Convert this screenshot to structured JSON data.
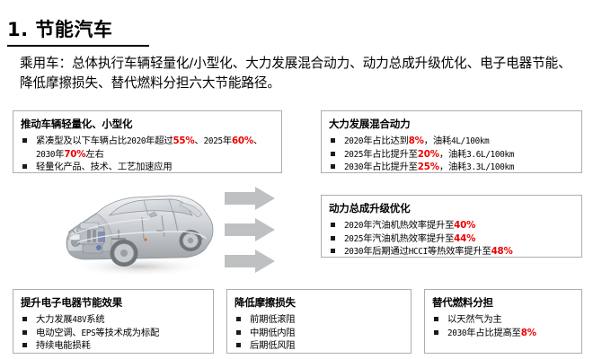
{
  "slide": {
    "number": "1.",
    "title": "节能汽车",
    "intro": "乘用车：总体执行车辆轻量化/小型化、大力发展混合动力、动力总成升级优化、电子电器节能、降低摩擦损失、替代燃料分担六大节能路径。"
  },
  "colors": {
    "highlight_red": "#ee0000",
    "box_border": "#a9adb4",
    "arrow_fill": "#bfc0c2",
    "text": "#000000"
  },
  "boxes": {
    "lightweight": {
      "title": "推动车辆轻量化、小型化",
      "items": [
        {
          "pre": "紧凑型及以下车辆占比",
          "n1": "2020",
          "mid1": "年超过",
          "hl1": "55%",
          "mid2": "、",
          "n2": "2025",
          "mid3": "年",
          "hl2": "60%",
          "mid4": "、",
          "n3": "2030",
          "mid5": "年",
          "hl3": "70%",
          "post": "左右"
        },
        {
          "text": "轻量化产品、技术、工艺加速应用"
        }
      ]
    },
    "hybrid": {
      "title": "大力发展混合动力",
      "items": [
        {
          "year": "2020",
          "mid": "年占比达到",
          "hl": "8%",
          "tail": "，油耗",
          "tail_num": "4L/100km"
        },
        {
          "year": "2025",
          "mid": "年占比提升至",
          "hl": "20%",
          "tail": "，油耗",
          "tail_num": "3.6L/100km"
        },
        {
          "year": "2030",
          "mid": "年占比提升至",
          "hl": "25%",
          "tail": "，油耗",
          "tail_num": "3.3L/100km"
        }
      ]
    },
    "powertrain": {
      "title": "动力总成升级优化",
      "items": [
        {
          "year": "2020",
          "mid": "年汽油机热效率提升至",
          "hl": "40%"
        },
        {
          "year": "2025",
          "mid": "年汽油机热效率提升至",
          "hl": "44%"
        },
        {
          "year": "2030",
          "mid": "年后期通过",
          "code": "HCCI",
          "mid2": "等热效率提升至",
          "hl": "48%"
        }
      ]
    },
    "electric": {
      "title": "提升电子电器节能效果",
      "items": [
        {
          "pre": "大力发展",
          "code": "48V",
          "post": "系统"
        },
        {
          "pre": "电动空调、",
          "code": "EPS",
          "post": "等技术成为标配"
        },
        {
          "text": "持续电能损耗"
        }
      ]
    },
    "friction": {
      "title": "降低摩擦损失",
      "items": [
        {
          "text": "前期低滚阻"
        },
        {
          "text": "中期低内阻"
        },
        {
          "text": "后期低风阻"
        }
      ]
    },
    "altfuel": {
      "title": "替代燃料分担",
      "items": [
        {
          "text": "以天然气为主"
        },
        {
          "year": "2030",
          "mid": "年占比提高至",
          "hl": "8%"
        }
      ]
    }
  },
  "graphics": {
    "car_alt": "节能汽车剖视图",
    "arrows": [
      "arrow-right-icon",
      "arrow-right-icon",
      "arrow-right-icon"
    ]
  }
}
